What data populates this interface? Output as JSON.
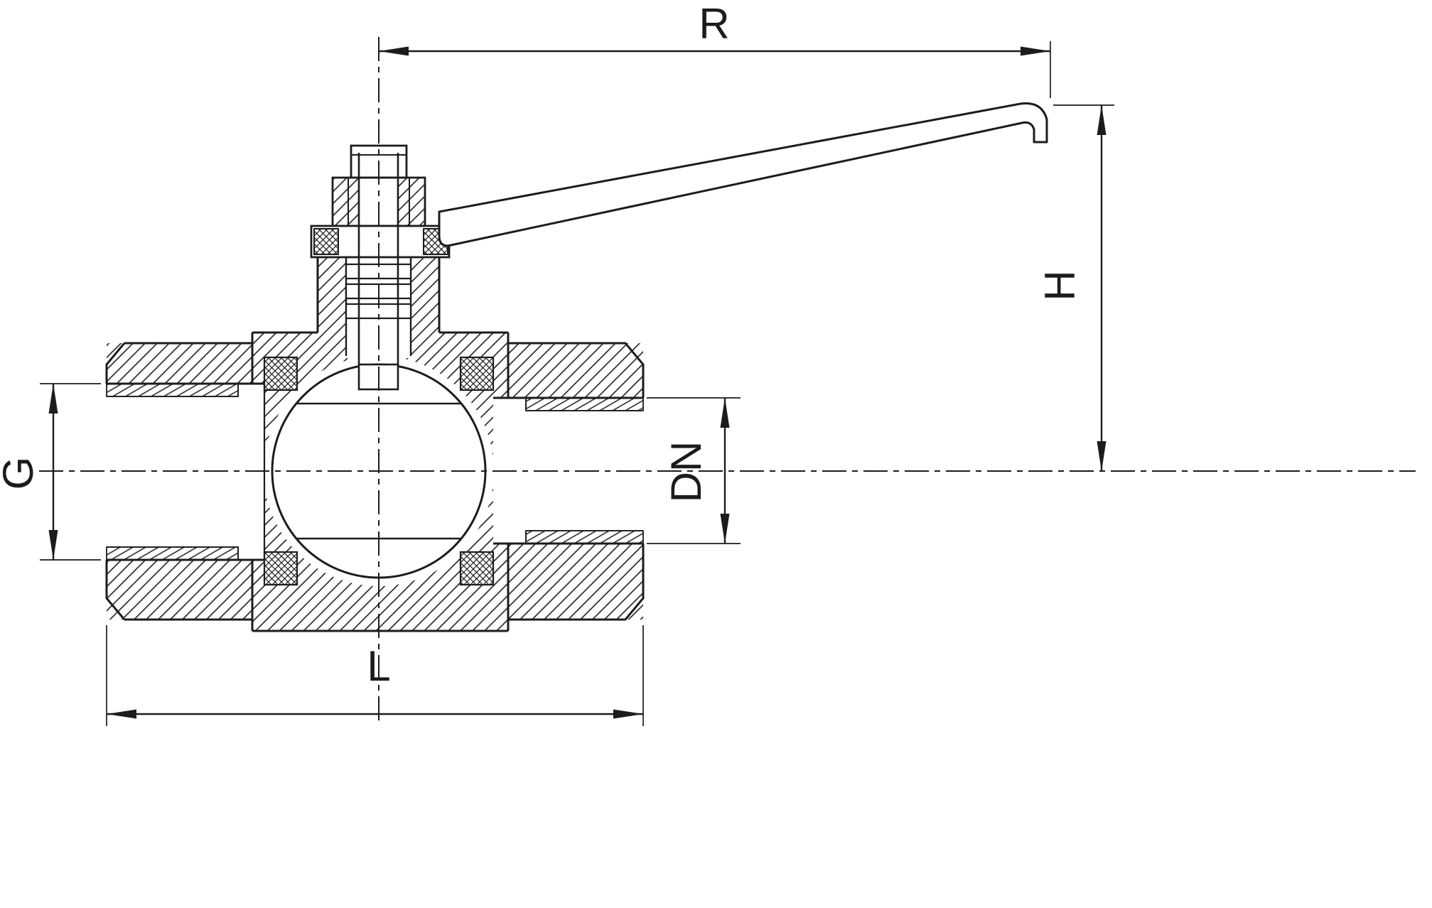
{
  "drawing": {
    "labels": {
      "handle_reach": "R",
      "height": "H",
      "thread_size": "G",
      "nominal_bore": "DN",
      "overall_length": "L"
    },
    "colors": {
      "line": "#1c1c1c",
      "background": "#ffffff"
    }
  }
}
